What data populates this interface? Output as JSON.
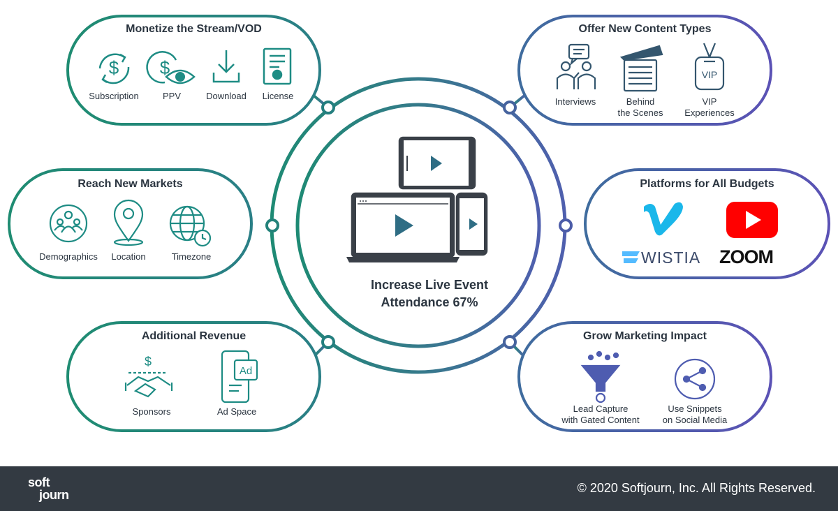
{
  "center": {
    "line1": "Increase Live Event",
    "line2": "Attendance 67%"
  },
  "colors": {
    "teal": "#1f8a72",
    "purple": "#5955b3",
    "dark": "#2b3540",
    "icon_teal": "#1e8c84",
    "icon_slate": "#34566e",
    "footer_bg": "#333a42"
  },
  "boxes": {
    "monetize": {
      "title": "Monetize the Stream/VOD",
      "items": [
        {
          "icon": "dollar-cycle-icon",
          "label": "Subscription"
        },
        {
          "icon": "dollar-eye-icon",
          "label": "PPV"
        },
        {
          "icon": "download-icon",
          "label": "Download"
        },
        {
          "icon": "certificate-icon",
          "label": "License"
        }
      ]
    },
    "content": {
      "title": "Offer New Content Types",
      "items": [
        {
          "icon": "interview-icon",
          "label1": "Interviews",
          "label2": ""
        },
        {
          "icon": "clapperboard-icon",
          "label1": "Behind",
          "label2": "the Scenes"
        },
        {
          "icon": "vip-badge-icon",
          "label1": "VIP",
          "label2": "Experiences"
        }
      ]
    },
    "markets": {
      "title": "Reach New Markets",
      "items": [
        {
          "icon": "people-group-icon",
          "label": "Demographics"
        },
        {
          "icon": "location-pin-icon",
          "label": "Location"
        },
        {
          "icon": "globe-clock-icon",
          "label": "Timezone"
        }
      ]
    },
    "platforms": {
      "title": "Platforms for All Budgets",
      "brands": {
        "vimeo": "vimeo-logo",
        "youtube": "youtube-logo",
        "wistia": "WISTIA",
        "zoom": "ZOOM"
      }
    },
    "revenue": {
      "title": "Additional Revenue",
      "items": [
        {
          "icon": "handshake-icon",
          "label": "Sponsors"
        },
        {
          "icon": "ad-phone-icon",
          "label": "Ad Space"
        }
      ]
    },
    "marketing": {
      "title": "Grow Marketing Impact",
      "items": [
        {
          "icon": "funnel-icon",
          "label1": "Lead Capture",
          "label2": "with Gated Content"
        },
        {
          "icon": "share-icon",
          "label1": "Use Snippets",
          "label2": "on Social Media"
        }
      ]
    }
  },
  "footer": {
    "logo_top": "soft",
    "logo_bottom": "journ",
    "copyright": "© 2020 Softjourn, Inc. All Rights Reserved."
  }
}
